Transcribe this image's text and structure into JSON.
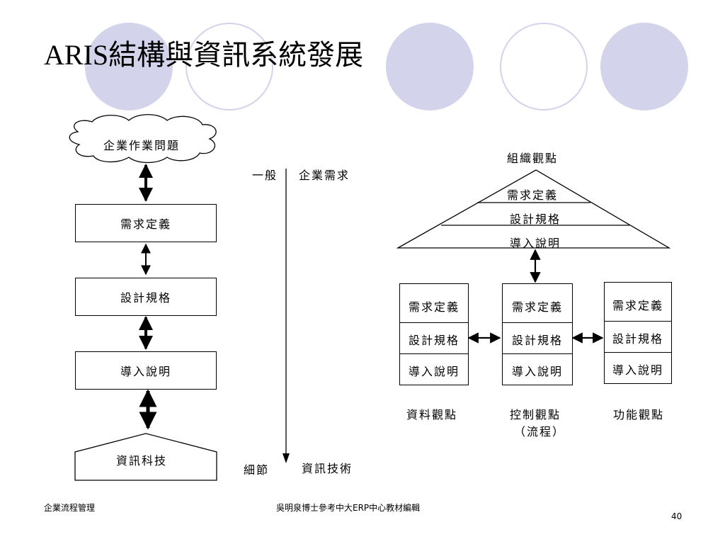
{
  "slide": {
    "title": "ARIS結構與資訊系統發展"
  },
  "flow": {
    "cloud": "企業作業問題",
    "steps": [
      "需求定義",
      "設計規格",
      "導入說明"
    ],
    "bottom": "資訊科技"
  },
  "scale": {
    "top_left": "一般",
    "top_right": "企業需求",
    "bottom_left": "細節",
    "bottom_right": "資訊技術"
  },
  "aris": {
    "roof_title": "組織觀點",
    "roof_rows": [
      "需求定義",
      "設計規格",
      "導入說明"
    ],
    "columns": [
      {
        "rows": [
          "需求定義",
          "設計規格",
          "導入說明"
        ],
        "label": "資料觀點",
        "sublabel": ""
      },
      {
        "rows": [
          "需求定義",
          "設計規格",
          "導入說明"
        ],
        "label": "控制觀點",
        "sublabel": "（流程）"
      },
      {
        "rows": [
          "需求定義",
          "設計規格",
          "導入說明"
        ],
        "label": "功能觀點",
        "sublabel": ""
      }
    ]
  },
  "footer": {
    "left": "企業流程管理",
    "center": "吳明泉博士參考中大ERP中心教材編輯",
    "page": "40"
  },
  "colors": {
    "decor_circle": "#d3d3eb",
    "line": "#000000"
  }
}
